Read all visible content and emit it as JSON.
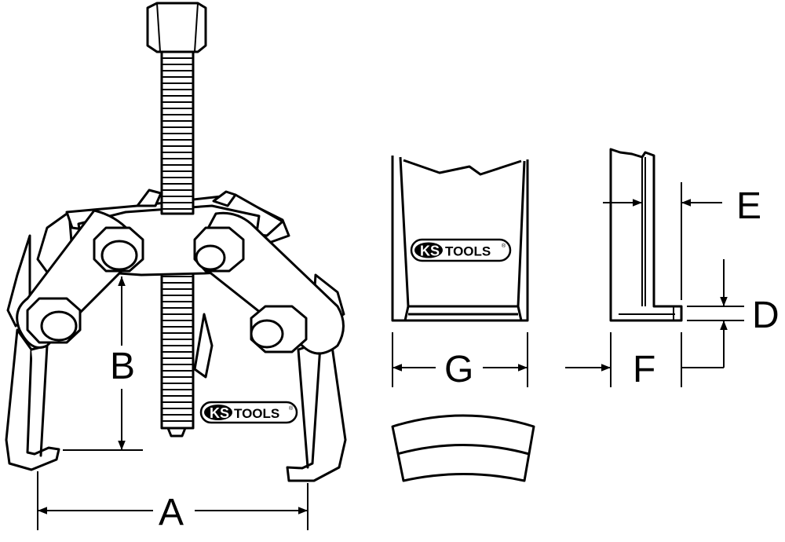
{
  "logo": {
    "brand_left": "KS",
    "brand_right": "TOOLS",
    "registered": "®"
  },
  "dimensions": {
    "a": "A",
    "b": "B",
    "d": "D",
    "e": "E",
    "f": "F",
    "g": "G"
  }
}
